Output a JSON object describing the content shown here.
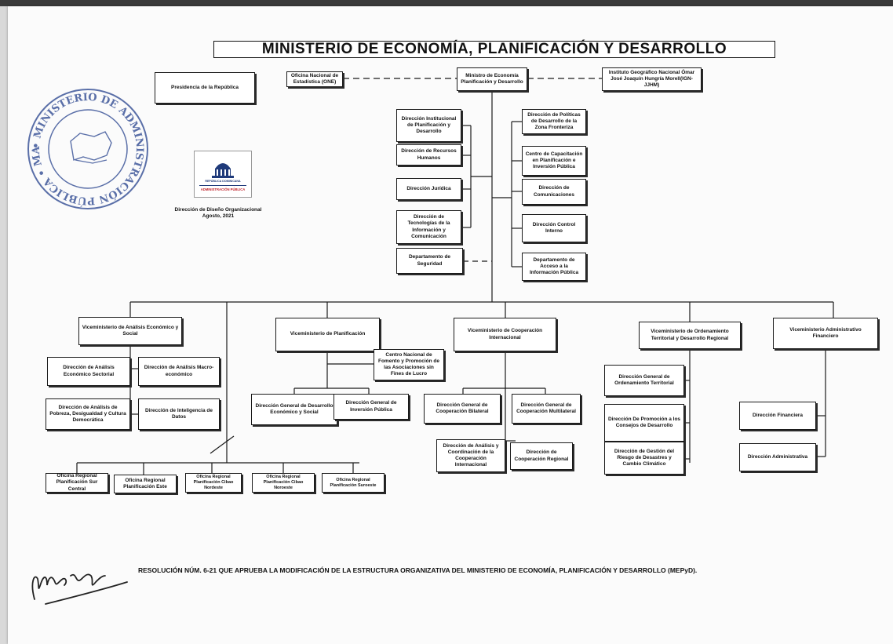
{
  "title": "MINISTERIO DE ECONOMÍA, PLANIFICACIÓN Y DESARROLLO",
  "top": {
    "presidencia": "Presidencia de la República",
    "one": "Oficina Nacional de Estadística (ONE)",
    "ministro": "Ministro de Economía Planificación y Desarrollo",
    "ign": "Instituto Geográfico Nacional Ómar José Joaquín Hungría Morell(IGN-JJHM)"
  },
  "left_staff": [
    "Dirección Institucional de Planificación y Desarrollo",
    "Dirección de Recursos Humanos",
    "Dirección Jurídica",
    "Dirección de Tecnologías de la Información y Comunicación",
    "Departamento de Seguridad"
  ],
  "right_staff": [
    "Dirección de Políticas de Desarrollo de la Zona Fronteriza",
    "Centro de Capacitación en Planificación e Inversión Pública",
    "Dirección de Comunicaciones",
    "Dirección Control Interno",
    "Departamento de Acceso a la Información Pública"
  ],
  "vice": {
    "analisis": "Viceministerio de Análisis Económico y Social",
    "planificacion": "Viceministerio de Planificación",
    "cooperacion": "Viceministerio de Cooperación Internacional",
    "ordenamiento": "Viceministerio de Ordenamiento Territorial y Desarrollo Regional",
    "administrativo": "Viceministerio Administrativo Financiero"
  },
  "analisis_units": [
    "Dirección de Análisis Económico Sectorial",
    "Dirección de Análisis Macro-económico",
    "Dirección de Análisis de Pobreza, Desigualdad y Cultura Democrática",
    "Dirección de Inteligencia de Datos"
  ],
  "planificacion_units": [
    "Centro Nacional de Fomento y Promoción de las Asociaciones sin Fines de Lucro",
    "Dirección General de Desarrollo Económico y Social",
    "Dirección General de Inversión Pública"
  ],
  "cooperacion_units": [
    "Dirección General de Cooperación Bilateral",
    "Dirección General de Cooperación Multilateral",
    "Dirección de Análisis y Coordinación de la Cooperación Internacional",
    "Dirección de Cooperación Regional"
  ],
  "ordenamiento_units": [
    "Dirección General de Ordenamiento Territorial",
    "Dirección De Promoción a los Consejos de Desarrollo",
    "Dirección de Gestión del Riesgo de Desastres y Cambio Climático"
  ],
  "administrativo_units": [
    "Dirección Financiera",
    "Dirección Administrativa"
  ],
  "regional_offices": [
    "Oficina Regional Planificación Sur Central",
    "Oficina Regional Planificación Este",
    "Oficina Regional Planificación Cibao Nordeste",
    "Oficina Regional Planificación Cibao Noroeste",
    "Oficina Regional Planificación Suroeste"
  ],
  "map_label": {
    "line1": "Dirección de Diseño Organizacional",
    "line2": "Agosto, 2021"
  },
  "seal": {
    "text": "• MINISTERIO DE ADMINISTRACIÓN PÚBLICA • MAP •"
  },
  "logo": {
    "name": "REPÚBLICA DOMINICANA",
    "org": "ADMINISTRACIÓN PÚBLICA"
  },
  "resolution": "RESOLUCIÓN NÚM. 6-21 QUE APRUEBA LA MODIFICACIÓN DE LA ESTRUCTURA ORGANIZATIVA DEL MINISTERIO DE ECONOMÍA, PLANIFICACIÓN Y DESARROLLO (MEPyD).",
  "signature": "mcr",
  "colors": {
    "seal": "#5a6fa8",
    "logo_blue": "#1f3a7a",
    "logo_red": "#c0242c",
    "line": "#1a1a1a"
  }
}
